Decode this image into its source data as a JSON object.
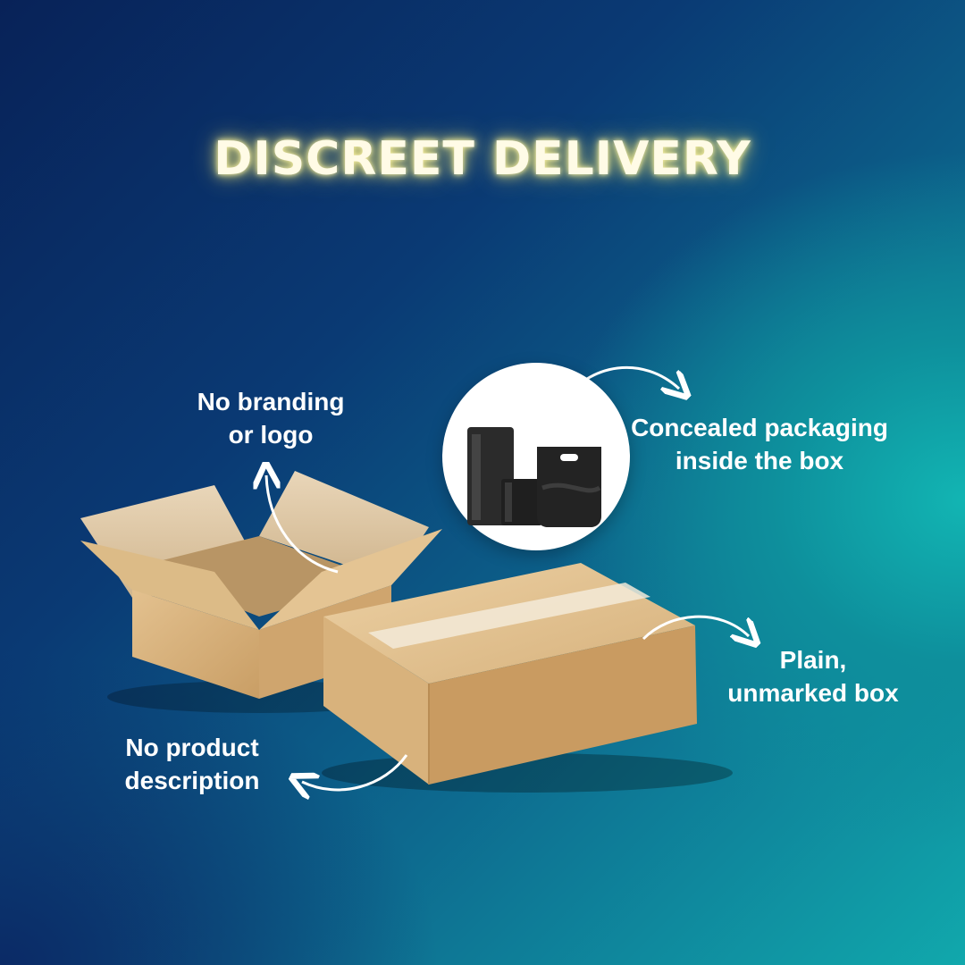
{
  "title": "DISCREET DELIVERY",
  "labels": {
    "no_branding": [
      "No branding",
      "or logo"
    ],
    "concealed": [
      "Concealed packaging",
      "inside the box"
    ],
    "plain": [
      "Plain,",
      "unmarked box"
    ],
    "no_product": [
      "No product",
      "description"
    ]
  },
  "icons": {
    "open_box": "open-cardboard-box",
    "closed_box": "closed-cardboard-box",
    "packaging": "black-pouches",
    "arrows": "curved-arrow"
  },
  "colors": {
    "title_glow": "#fff6a8",
    "background_dark": "#082258",
    "background_light": "#12b5b3",
    "cardboard": "#d9b27c"
  }
}
